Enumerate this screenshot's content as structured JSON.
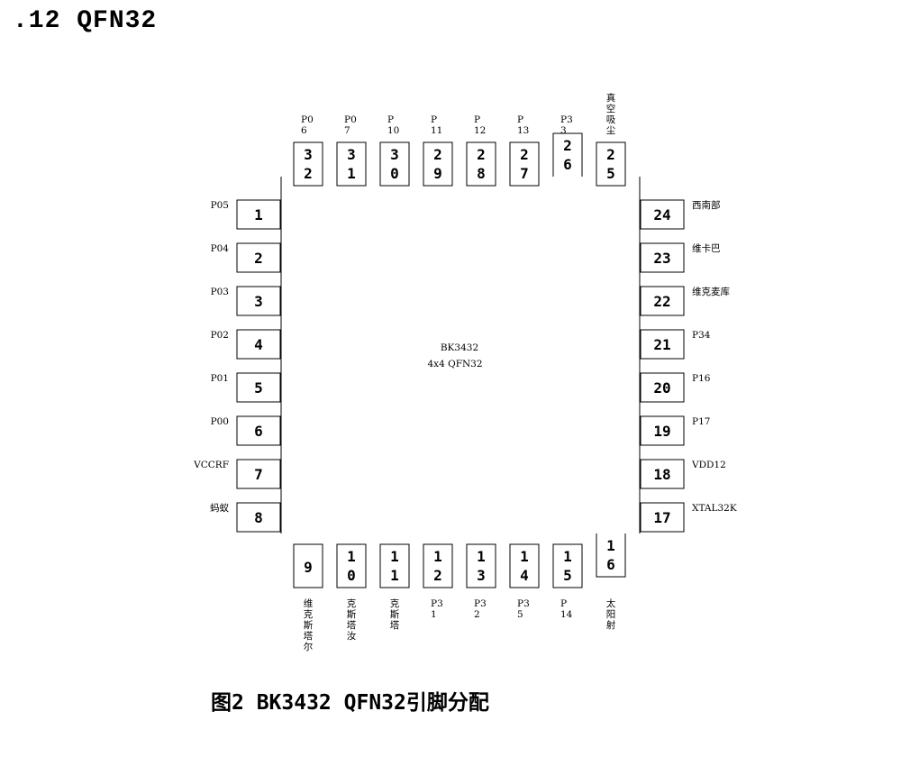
{
  "heading": ".12 QFN32",
  "chip": {
    "name": "BK3432",
    "package": "4x4 QFN32"
  },
  "caption": "图2 BK3432 QFN32引脚分配",
  "pins": {
    "left": [
      {
        "num": "1",
        "label": "P05"
      },
      {
        "num": "2",
        "label": "P04"
      },
      {
        "num": "3",
        "label": "P03"
      },
      {
        "num": "4",
        "label": "P02"
      },
      {
        "num": "5",
        "label": "P01"
      },
      {
        "num": "6",
        "label": "P00"
      },
      {
        "num": "7",
        "label": "VCCRF"
      },
      {
        "num": "8",
        "label": "蚂蚁"
      }
    ],
    "right": [
      {
        "num": "24",
        "label": "西南部"
      },
      {
        "num": "23",
        "label": "维卡巴"
      },
      {
        "num": "22",
        "label": "维克麦库"
      },
      {
        "num": "21",
        "label": "P34"
      },
      {
        "num": "20",
        "label": "P16"
      },
      {
        "num": "19",
        "label": "P17"
      },
      {
        "num": "18",
        "label": "VDD12"
      },
      {
        "num": "17",
        "label": "XTAL32K"
      }
    ],
    "top": [
      {
        "num": [
          "3",
          "2"
        ],
        "label": [
          "P0",
          "6"
        ]
      },
      {
        "num": [
          "3",
          "1"
        ],
        "label": [
          "P0",
          "7"
        ]
      },
      {
        "num": [
          "3",
          "0"
        ],
        "label": [
          "P",
          "10"
        ]
      },
      {
        "num": [
          "2",
          "9"
        ],
        "label": [
          "P",
          "11"
        ]
      },
      {
        "num": [
          "2",
          "8"
        ],
        "label": [
          "P",
          "12"
        ]
      },
      {
        "num": [
          "2",
          "7"
        ],
        "label": [
          "P",
          "13"
        ]
      },
      {
        "num": [
          "2",
          "6"
        ],
        "label": [
          "P3",
          "3"
        ]
      },
      {
        "num": [
          "2",
          "5"
        ],
        "label": [
          "真",
          "空",
          "吸",
          "尘"
        ]
      }
    ],
    "bottom": [
      {
        "num": [
          "9"
        ],
        "label": [
          "维",
          "克",
          "斯",
          "塔",
          "尔"
        ]
      },
      {
        "num": [
          "1",
          "0"
        ],
        "label": [
          "克",
          "斯",
          "塔",
          "汝"
        ]
      },
      {
        "num": [
          "1",
          "1"
        ],
        "label": [
          "克",
          "斯",
          "塔"
        ]
      },
      {
        "num": [
          "1",
          "2"
        ],
        "label": [
          "P3",
          "1"
        ]
      },
      {
        "num": [
          "1",
          "3"
        ],
        "label": [
          "P3",
          "2"
        ]
      },
      {
        "num": [
          "1",
          "4"
        ],
        "label": [
          "P3",
          "5"
        ]
      },
      {
        "num": [
          "1",
          "5"
        ],
        "label": [
          "P",
          "14"
        ]
      },
      {
        "num": [
          "1",
          "6"
        ],
        "label": [
          "太",
          "阳",
          "射"
        ]
      }
    ]
  }
}
